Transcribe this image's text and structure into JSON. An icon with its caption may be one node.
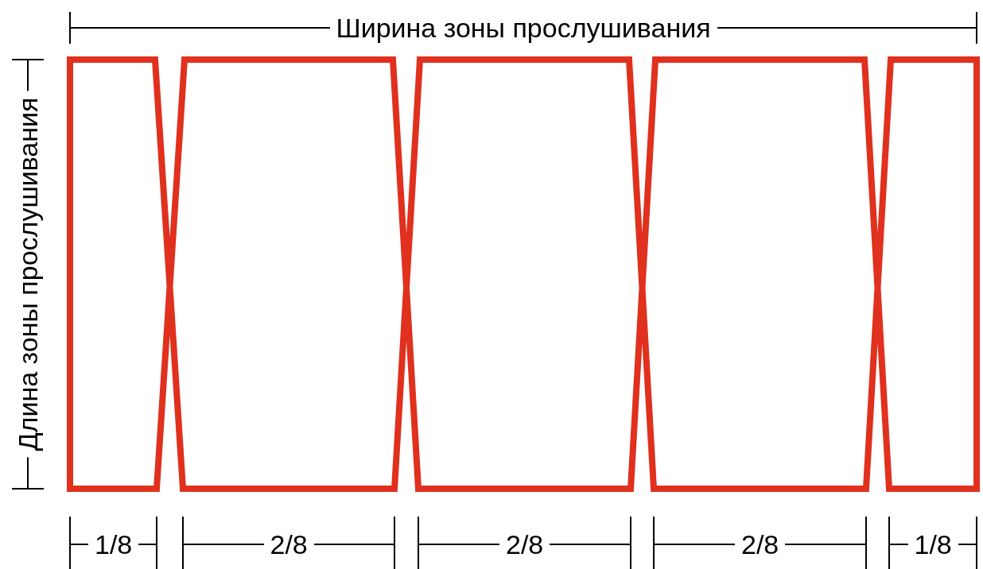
{
  "diagram": {
    "labels": [
      "Ширина зоны прослушивания",
      "Длина зоны прослушивания",
      "1/8",
      "2/8",
      "2/8",
      "2/8",
      "1/8"
    ]
  }
}
